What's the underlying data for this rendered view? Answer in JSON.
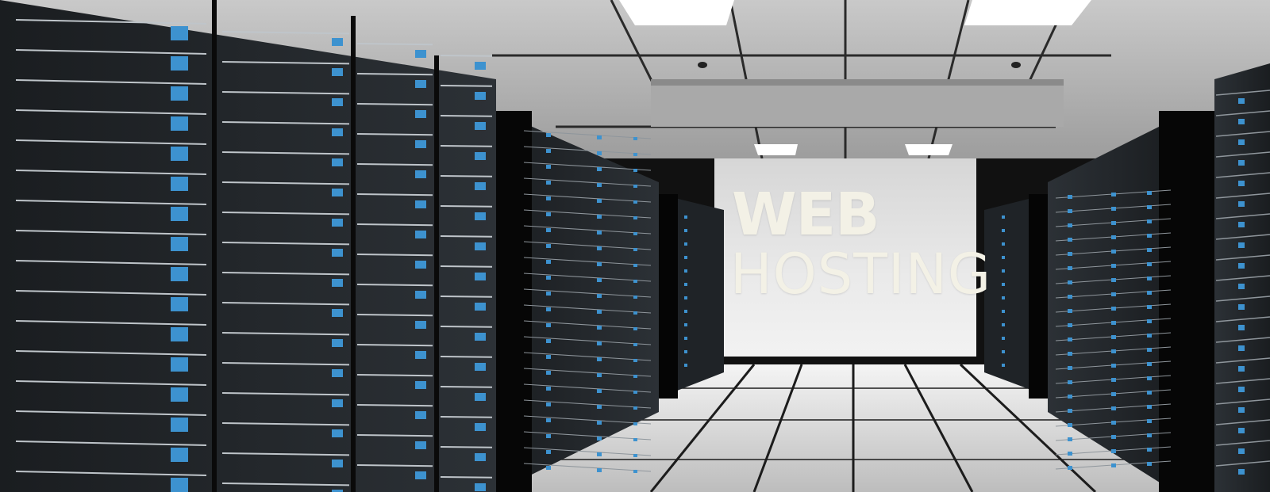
{
  "banner": {
    "headline_line1": "WEB",
    "headline_line2": "HOSTING",
    "text_color": "#f3f1e6",
    "led_color": "#3d92cf",
    "icons": [
      "server-rack",
      "ceiling-light",
      "security-camera"
    ]
  }
}
